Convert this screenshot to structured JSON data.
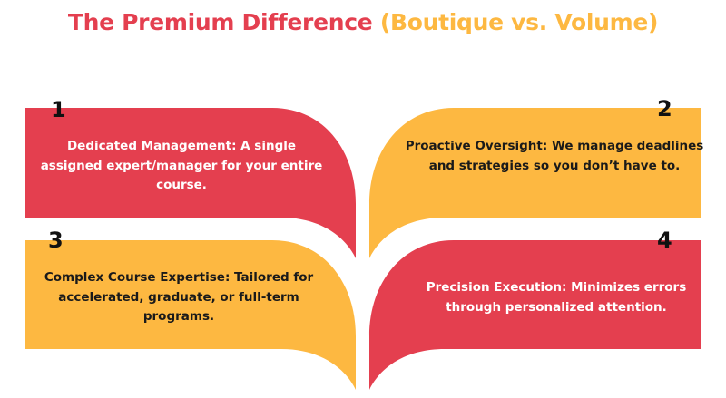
{
  "title": {
    "part1": "The Premium Difference ",
    "part2": "(Boutique vs. Volume)",
    "color_part1": "#e43f4f",
    "color_part2": "#fdb841"
  },
  "colors": {
    "red": "#e43f4f",
    "yellow": "#fdb841",
    "number": "#111111"
  },
  "cards": [
    {
      "number": "1",
      "color": "red",
      "text": "Dedicated Management: A single assigned expert/manager for your entire course."
    },
    {
      "number": "2",
      "color": "yellow",
      "text": "Proactive Oversight: We manage deadlines and strategies so you don’t have to."
    },
    {
      "number": "3",
      "color": "yellow",
      "text": "Complex Course Expertise: Tailored for accelerated, graduate, or full-term programs."
    },
    {
      "number": "4",
      "color": "red",
      "text": "Precision Execution: Minimizes errors through personalized attention."
    }
  ]
}
